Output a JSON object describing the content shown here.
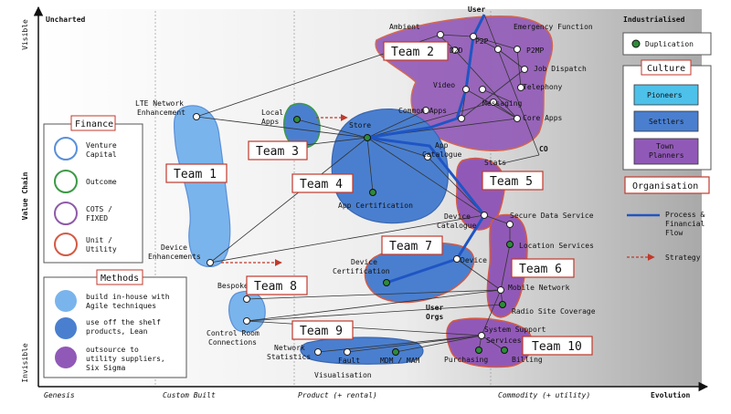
{
  "map": {
    "corners": {
      "uncharted": "Uncharted",
      "industrialised": "Industrialised"
    },
    "axes": {
      "y_title": "Value Chain",
      "y_top": "Visible",
      "y_bottom": "Invisible",
      "x_title": "Evolution",
      "x_stages": [
        "Genesis",
        "Custom Built",
        "Product (+ rental)",
        "Commodity (+ utility)"
      ]
    },
    "user_label": "User",
    "user_orgs_label": "User Orgs",
    "co_label": "CO"
  },
  "components": [
    {
      "key": "ambient",
      "label": "Ambient"
    },
    {
      "key": "emergency",
      "label": "Emergency Function"
    },
    {
      "key": "d2d",
      "label": "D2D"
    },
    {
      "key": "p2p",
      "label": "P2P"
    },
    {
      "key": "p2mp",
      "label": "P2MP"
    },
    {
      "key": "job_dispatch",
      "label": "Job Dispatch"
    },
    {
      "key": "video",
      "label": "Video"
    },
    {
      "key": "telephony",
      "label": "Telephony"
    },
    {
      "key": "common_apps",
      "label": "Common Apps"
    },
    {
      "key": "messaging",
      "label": "Messaging"
    },
    {
      "key": "core_apps",
      "label": "Core Apps"
    },
    {
      "key": "lte",
      "label": "LTE Network Enhancement"
    },
    {
      "key": "local_apps",
      "label": "Local Apps"
    },
    {
      "key": "store",
      "label": "Store"
    },
    {
      "key": "app_catalogue",
      "label": "App Catalogue"
    },
    {
      "key": "stats",
      "label": "Stats"
    },
    {
      "key": "app_cert",
      "label": "App Certification"
    },
    {
      "key": "device_catalogue",
      "label": "Device Catalogue"
    },
    {
      "key": "secure_data",
      "label": "Secure Data Service"
    },
    {
      "key": "location",
      "label": "Location Services"
    },
    {
      "key": "device_enh",
      "label": "Device Enhancements"
    },
    {
      "key": "device_cert",
      "label": "Device Certification"
    },
    {
      "key": "device",
      "label": "Device"
    },
    {
      "key": "mobile_network",
      "label": "Mobile Network"
    },
    {
      "key": "radio_site",
      "label": "Radio Site Coverage"
    },
    {
      "key": "bespoke",
      "label": "Bespoke"
    },
    {
      "key": "control_room",
      "label": "Control Room Connections"
    },
    {
      "key": "network_stats",
      "label": "Network Statistics"
    },
    {
      "key": "fault",
      "label": "Fault"
    },
    {
      "key": "visualisation",
      "label": "Visualisation"
    },
    {
      "key": "mdm",
      "label": "MDM / MAM"
    },
    {
      "key": "system_support",
      "label": "System Support"
    },
    {
      "key": "services",
      "label": "Services"
    },
    {
      "key": "purchasing",
      "label": "Purchasing"
    },
    {
      "key": "billing",
      "label": "Billing"
    }
  ],
  "teams": [
    "Team 1",
    "Team 2",
    "Team 3",
    "Team 4",
    "Team 5",
    "Team 6",
    "Team 7",
    "Team 8",
    "Team 9",
    "Team 10"
  ],
  "legend_finance": {
    "title": "Finance",
    "items": [
      {
        "label": "Venture Capital",
        "color": "#5a8fd8"
      },
      {
        "label": "Outcome",
        "color": "#3c9a45"
      },
      {
        "label": "COTS / FIXED",
        "color": "#8e5aa8"
      },
      {
        "label": "Unit / Utility",
        "color": "#d35a44"
      }
    ]
  },
  "legend_methods": {
    "title": "Methods",
    "items": [
      {
        "label": "build in-house with Agile techniques",
        "color": "#7ab4ec"
      },
      {
        "label": "use off the shelf products, Lean",
        "color": "#4a7fcf"
      },
      {
        "label": "outsource to utility suppliers, Six Sigma",
        "color": "#9159b7"
      }
    ]
  },
  "legend_right": {
    "duplication": "Duplication",
    "culture_title": "Culture",
    "culture_items": [
      {
        "label": "Pioneers",
        "color": "#4dc1ea"
      },
      {
        "label": "Settlers",
        "color": "#4a7fcf"
      },
      {
        "label": "Town Planners",
        "color": "#9159b7"
      }
    ],
    "organisation": "Organisation",
    "process_flow": "Process & Financial Flow",
    "strategy": "Strategy"
  }
}
